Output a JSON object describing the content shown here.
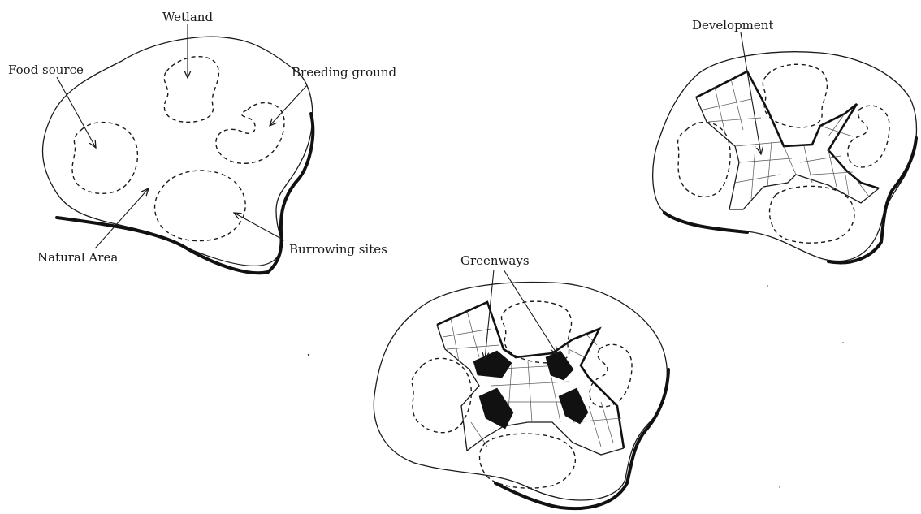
{
  "labels": {
    "wetland": "Wetland",
    "food_source": "Food source",
    "breeding_ground": "Breeding ground",
    "natural_area": "Natural Area",
    "burrowing_sites": "Burrowing sites",
    "development": "Development",
    "greenways": "Greenways"
  }
}
